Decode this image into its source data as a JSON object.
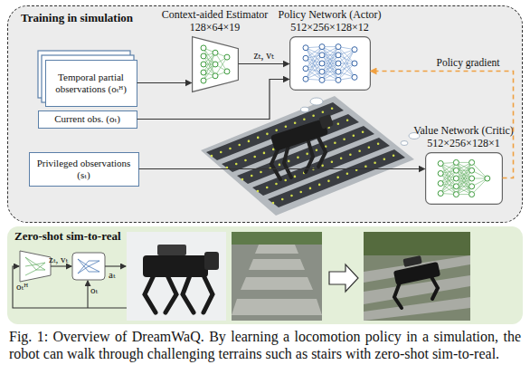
{
  "diagram": {
    "caption": "Fig. 1: Overview of DreamWaQ. By learning a locomotion policy in a simulation, the robot can walk through challenging terrains such as stairs with zero-shot sim-to-real.",
    "nodes": [
      {
        "text": [
          "Training in simulation"
        ]
      },
      {
        "text": [
          "Temporal partial observations (oₜᴴ)"
        ],
        "in": 0
      },
      {
        "text": [
          "Current obs. (oₜ)"
        ],
        "in": 0
      },
      {
        "text": [
          "Context-aided Estimator",
          "128×64×19"
        ],
        "in": 0
      },
      {
        "text": [
          "Policy Network (Actor)",
          "512×256×128×12"
        ],
        "in": 0
      },
      {
        "text": [
          "Privileged observations (sₜ)"
        ],
        "in": 0
      },
      {
        "text": [
          "Value Network (Critic)",
          "512×256×128×1"
        ],
        "in": 0
      },
      {
        "text": [
          "Zero-shot sim-to-real"
        ]
      }
    ],
    "edges": [
      {
        "from": 1,
        "to": 3,
        "arrow": "to"
      },
      {
        "from": 3,
        "to": 4,
        "label": "zₜ, vₜ",
        "arrow": "to"
      },
      {
        "from": 2,
        "to": 4,
        "arrow": "to"
      },
      {
        "from": 5,
        "to": 6,
        "arrow": "to"
      },
      {
        "from": 6,
        "to": 4,
        "label": "Policy gradient",
        "arrow": "to"
      }
    ],
    "labels": [
      "zₜ, vₜ",
      "oₜᴴ",
      "oₜ",
      "aₜ"
    ]
  }
}
